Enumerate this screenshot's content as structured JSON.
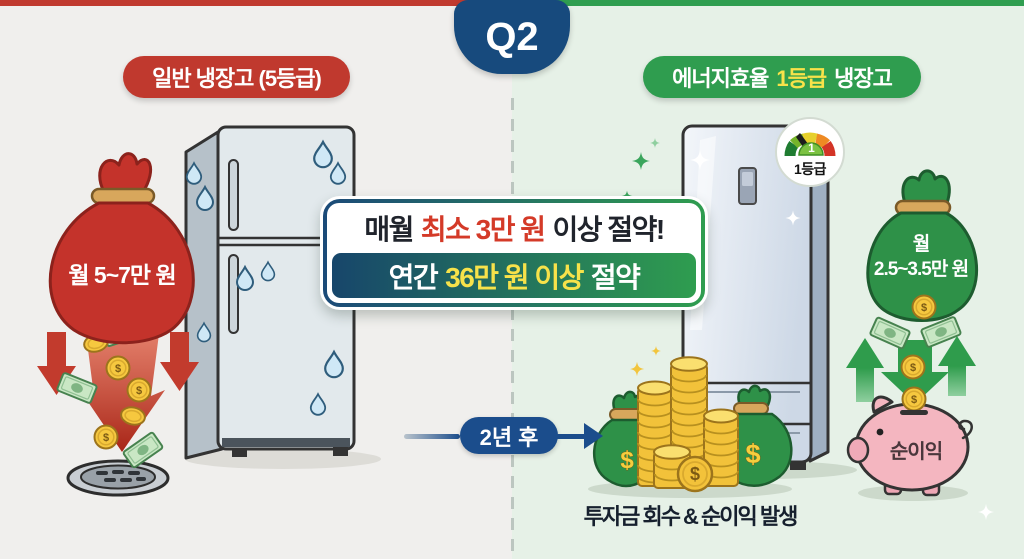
{
  "header": {
    "q2_label": "Q2"
  },
  "left_section": {
    "title": "일반 냉장고 (5등급)",
    "money_bag_label": "월 5~7만 원"
  },
  "right_section": {
    "title_prefix": "에너지효율",
    "title_grade": "1등급",
    "title_suffix": "냉장고",
    "energy_badge": {
      "grade_number": "1",
      "grade_label": "1등급"
    },
    "money_bag_line1": "월",
    "money_bag_line2": "2.5~3.5만 원",
    "piggy_label": "순이익",
    "caption": "투자금 회수 & 순이익 발생"
  },
  "savings_banner": {
    "line1_prefix": "매월",
    "line1_highlight": "최소 3만 원",
    "line1_suffix": "이상 절약!",
    "line2_prefix": "연간",
    "line2_highlight": "36만 원 이상",
    "line2_suffix": "절약"
  },
  "timeline_label": "2년 후",
  "symbols": {
    "dollar": "$"
  },
  "colors": {
    "red": "#c23b2d",
    "green": "#2f9d4f",
    "navy": "#1b4d8c",
    "yellow": "#f7e24a",
    "gold": "#f2c53d",
    "pink": "#f4b6c0"
  }
}
